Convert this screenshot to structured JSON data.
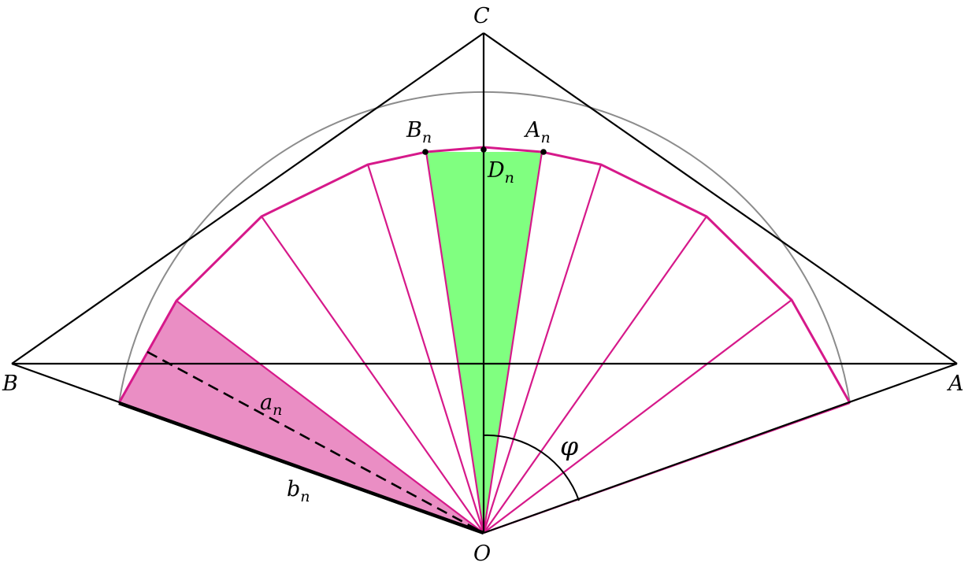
{
  "labels": {
    "A": "A",
    "B": "B",
    "C": "C",
    "O": "O",
    "A_n": {
      "main": "A",
      "sub": "n"
    },
    "B_n": {
      "main": "B",
      "sub": "n"
    },
    "D_n": {
      "main": "D",
      "sub": "n"
    },
    "a_n": {
      "main": "a",
      "sub": "n"
    },
    "b_n": {
      "main": "b",
      "sub": "n"
    },
    "phi": "φ"
  },
  "colors": {
    "lines": "#000000",
    "arc": "#8c8c8c",
    "polygon": "#d6198a",
    "pink_sector_fill": "#ea8ec4",
    "green_sector_fill": "#80ff80"
  }
}
